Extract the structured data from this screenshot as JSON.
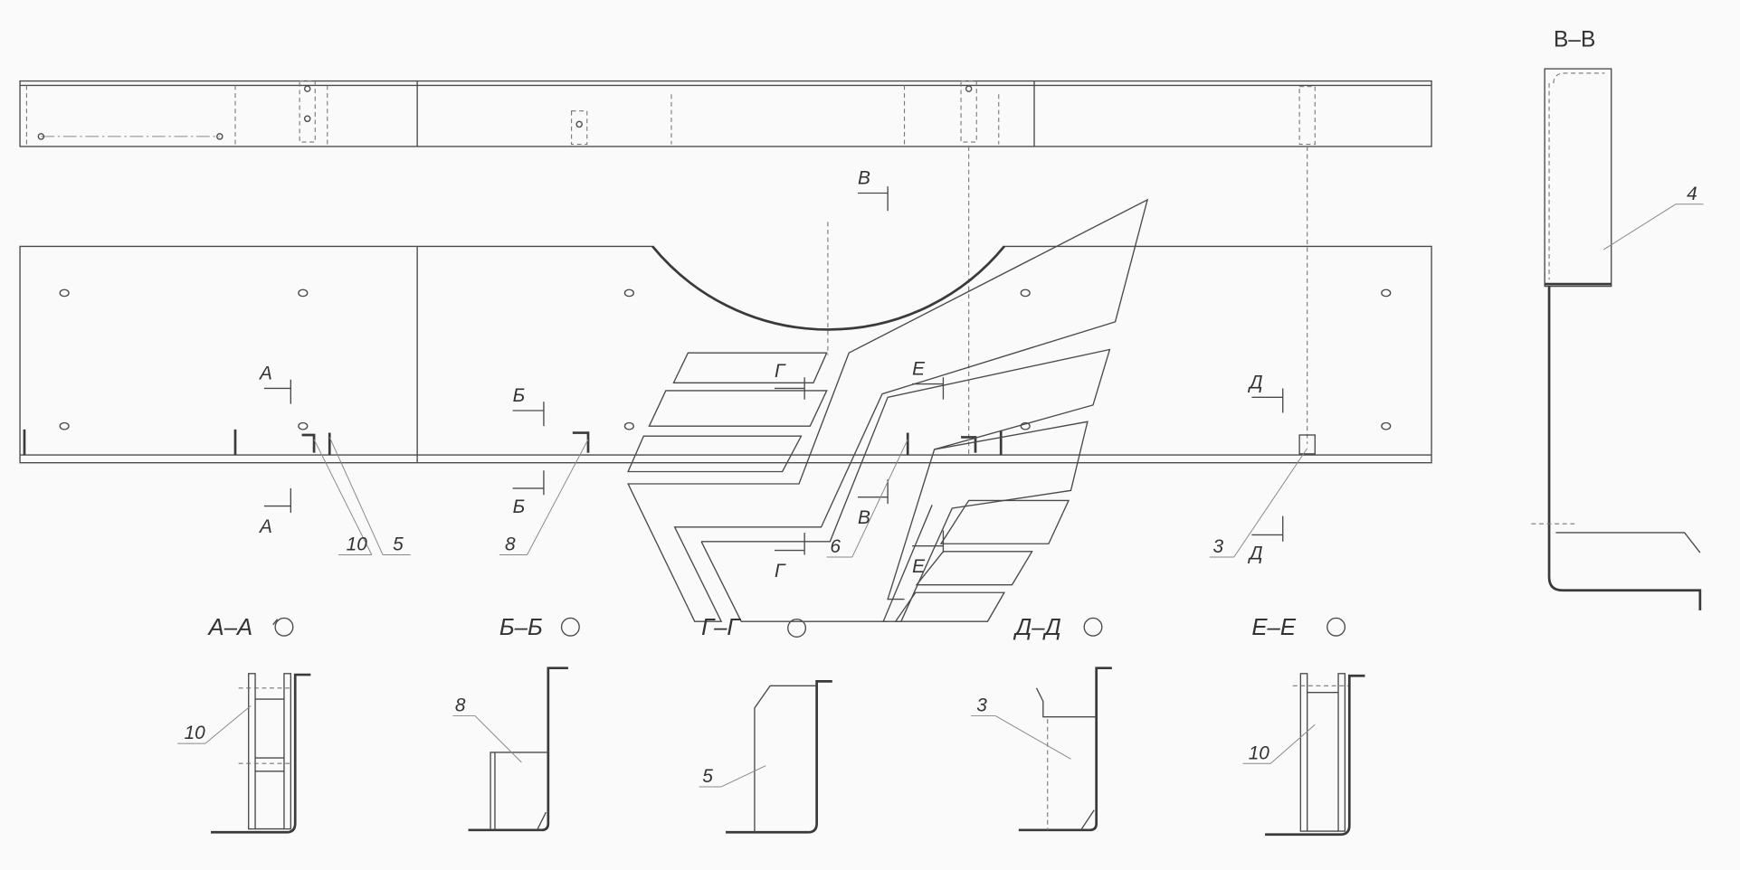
{
  "sections": {
    "vv": "В–В",
    "aa": "А–А",
    "bb": "Б–Б",
    "gg": "Г–Г",
    "dd": "Д–Д",
    "ee": "Е–Е"
  },
  "cut_letters": {
    "a": "А",
    "b": "Б",
    "v": "В",
    "g": "Г",
    "d": "Д",
    "e": "Е"
  },
  "callouts": {
    "front_10": "10",
    "front_5": "5",
    "front_8": "8",
    "front_6": "6",
    "front_3": "3",
    "vv_4": "4",
    "aa_10": "10",
    "bb_8": "8",
    "gg_5": "5",
    "dd_3": "3",
    "ee_10": "10"
  }
}
